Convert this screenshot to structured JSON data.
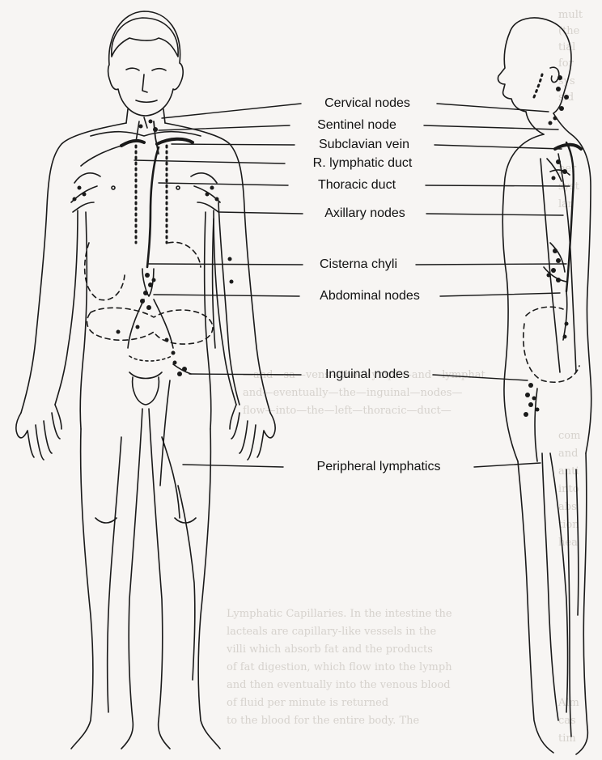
{
  "diagram": {
    "labels": [
      {
        "id": "cervical-nodes",
        "text": "Cervical nodes"
      },
      {
        "id": "sentinel-node",
        "text": "Sentinel node"
      },
      {
        "id": "subclavian-vein",
        "text": "Subclavian vein"
      },
      {
        "id": "r-lymphatic-duct",
        "text": "R. lymphatic duct"
      },
      {
        "id": "thoracic-duct",
        "text": "Thoracic duct"
      },
      {
        "id": "axillary-nodes",
        "text": "Axillary nodes"
      },
      {
        "id": "cisterna-chyli",
        "text": "Cisterna chyli"
      },
      {
        "id": "abdominal-nodes",
        "text": "Abdominal nodes"
      },
      {
        "id": "inguinal-nodes",
        "text": "Inguinal nodes"
      },
      {
        "id": "peripheral-lymphatics",
        "text": "Peripheral lymphatics"
      }
    ],
    "colors": {
      "ink": "#1a1a1a",
      "paper": "#f7f5f3",
      "bleed_text": "#d6d2cd"
    }
  }
}
